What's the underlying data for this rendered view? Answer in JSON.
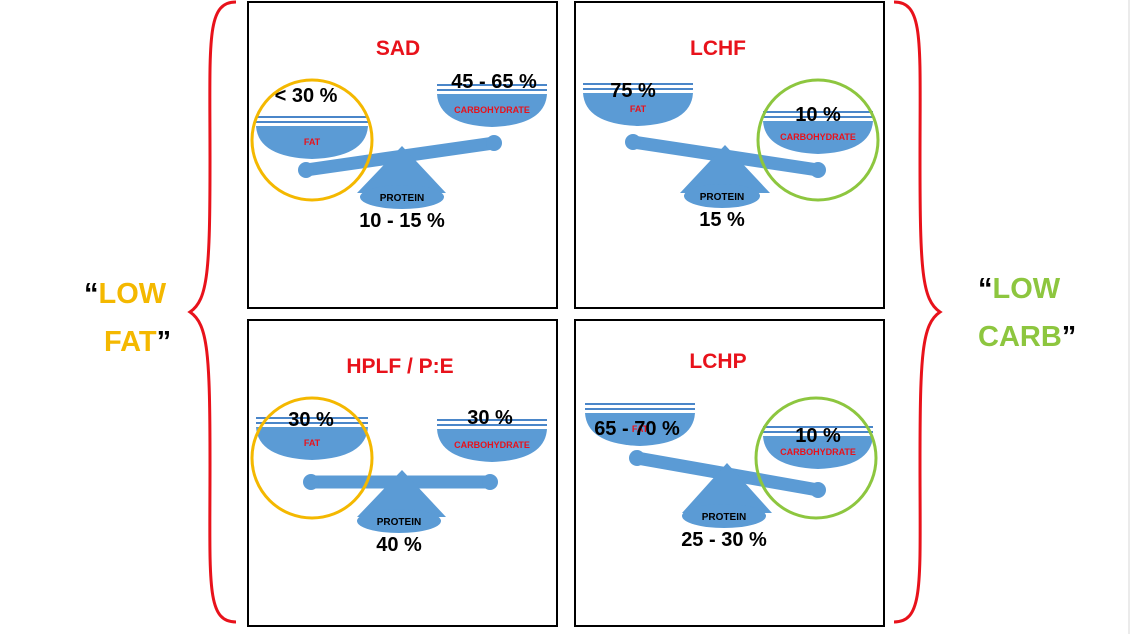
{
  "colors": {
    "title": "#e8121b",
    "scale": "#5b9bd5",
    "pan_line": "#4a86c9",
    "low_fat": "#f4b800",
    "low_carb": "#8dc63f",
    "brace": "#e8121b",
    "text": "#000000"
  },
  "labels": {
    "fat": "FAT",
    "carbohydrate": "CARBOHYDRATE",
    "protein": "PROTEIN"
  },
  "side_labels": {
    "left": {
      "open_quote": "“",
      "word1": "LOW",
      "word2": "FAT",
      "close_quote": "”"
    },
    "right": {
      "open_quote": "“",
      "word1": "LOW",
      "word2": "CARB",
      "close_quote": "”"
    }
  },
  "panels": [
    {
      "title": "SAD",
      "fat": "< 30 %",
      "carbohydrate": "45 - 65 %",
      "protein": "10 - 15 %",
      "heavy": "fat",
      "highlight": "fat"
    },
    {
      "title": "LCHF",
      "fat": "75 %",
      "carbohydrate": "10 %",
      "protein": "15 %",
      "heavy": "carbohydrate",
      "highlight": "carbohydrate"
    },
    {
      "title": "HPLF / P:E",
      "fat": "30 %",
      "carbohydrate": "30 %",
      "protein": "40 %",
      "heavy": "none",
      "highlight": "fat"
    },
    {
      "title": "LCHP",
      "fat": "65 - 70 %",
      "carbohydrate": "10 %",
      "protein": "25 - 30 %",
      "heavy": "carbohydrate",
      "highlight": "carbohydrate"
    }
  ]
}
